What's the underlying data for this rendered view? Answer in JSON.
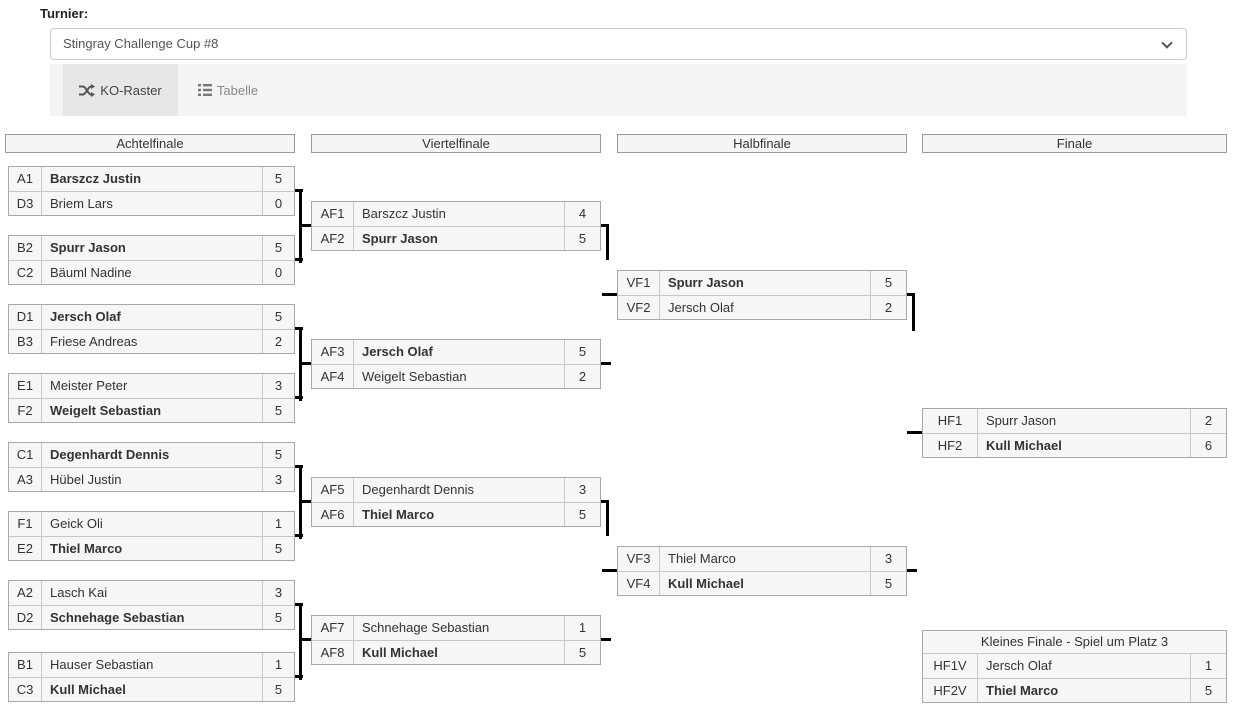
{
  "turnier_label": "Turnier:",
  "tournament_select": {
    "value": "Stingray Challenge Cup #8"
  },
  "tabs": {
    "ko_raster": "KO-Raster",
    "tabelle": "Tabelle"
  },
  "rounds": {
    "r16": "Achtelfinale",
    "qf": "Viertelfinale",
    "sf": "Halbfinale",
    "f": "Finale"
  },
  "colors": {
    "connector": "#000000",
    "row_bg": "#f6f6f6",
    "active_tab_bg": "#e7e7e7"
  },
  "bracket": {
    "r16": [
      {
        "rows": [
          {
            "seed": "A1",
            "name": "Barszcz Justin",
            "score": "5",
            "winner": true
          },
          {
            "seed": "D3",
            "name": "Briem Lars",
            "score": "0",
            "winner": false
          }
        ]
      },
      {
        "rows": [
          {
            "seed": "B2",
            "name": "Spurr Jason",
            "score": "5",
            "winner": true
          },
          {
            "seed": "C2",
            "name": "Bäuml Nadine",
            "score": "0",
            "winner": false
          }
        ]
      },
      {
        "rows": [
          {
            "seed": "D1",
            "name": "Jersch Olaf",
            "score": "5",
            "winner": true
          },
          {
            "seed": "B3",
            "name": "Friese Andreas",
            "score": "2",
            "winner": false
          }
        ]
      },
      {
        "rows": [
          {
            "seed": "E1",
            "name": "Meister Peter",
            "score": "3",
            "winner": false
          },
          {
            "seed": "F2",
            "name": "Weigelt Sebastian",
            "score": "5",
            "winner": true
          }
        ]
      },
      {
        "rows": [
          {
            "seed": "C1",
            "name": "Degenhardt Dennis",
            "score": "5",
            "winner": true
          },
          {
            "seed": "A3",
            "name": "Hübel Justin",
            "score": "3",
            "winner": false
          }
        ]
      },
      {
        "rows": [
          {
            "seed": "F1",
            "name": "Geick Oli",
            "score": "1",
            "winner": false
          },
          {
            "seed": "E2",
            "name": "Thiel Marco",
            "score": "5",
            "winner": true
          }
        ]
      },
      {
        "rows": [
          {
            "seed": "A2",
            "name": "Lasch Kai",
            "score": "3",
            "winner": false
          },
          {
            "seed": "D2",
            "name": "Schnehage Sebastian",
            "score": "5",
            "winner": true
          }
        ]
      },
      {
        "rows": [
          {
            "seed": "B1",
            "name": "Hauser Sebastian",
            "score": "1",
            "winner": false
          },
          {
            "seed": "C3",
            "name": "Kull Michael",
            "score": "5",
            "winner": true
          }
        ]
      }
    ],
    "qf": [
      {
        "rows": [
          {
            "seed": "AF1",
            "name": "Barszcz Justin",
            "score": "4",
            "winner": false
          },
          {
            "seed": "AF2",
            "name": "Spurr Jason",
            "score": "5",
            "winner": true
          }
        ]
      },
      {
        "rows": [
          {
            "seed": "AF3",
            "name": "Jersch Olaf",
            "score": "5",
            "winner": true
          },
          {
            "seed": "AF4",
            "name": "Weigelt Sebastian",
            "score": "2",
            "winner": false
          }
        ]
      },
      {
        "rows": [
          {
            "seed": "AF5",
            "name": "Degenhardt Dennis",
            "score": "3",
            "winner": false
          },
          {
            "seed": "AF6",
            "name": "Thiel Marco",
            "score": "5",
            "winner": true
          }
        ]
      },
      {
        "rows": [
          {
            "seed": "AF7",
            "name": "Schnehage Sebastian",
            "score": "1",
            "winner": false
          },
          {
            "seed": "AF8",
            "name": "Kull Michael",
            "score": "5",
            "winner": true
          }
        ]
      }
    ],
    "sf": [
      {
        "rows": [
          {
            "seed": "VF1",
            "name": "Spurr Jason",
            "score": "5",
            "winner": true
          },
          {
            "seed": "VF2",
            "name": "Jersch Olaf",
            "score": "2",
            "winner": false
          }
        ]
      },
      {
        "rows": [
          {
            "seed": "VF3",
            "name": "Thiel Marco",
            "score": "3",
            "winner": false
          },
          {
            "seed": "VF4",
            "name": "Kull Michael",
            "score": "5",
            "winner": true
          }
        ]
      }
    ],
    "final": [
      {
        "rows": [
          {
            "seed": "HF1",
            "name": "Spurr Jason",
            "score": "2",
            "winner": false
          },
          {
            "seed": "HF2",
            "name": "Kull Michael",
            "score": "6",
            "winner": true
          }
        ]
      }
    ],
    "third_place": {
      "title": "Kleines Finale - Spiel um Platz 3",
      "rows": [
        {
          "seed": "HF1V",
          "name": "Jersch Olaf",
          "score": "1",
          "winner": false
        },
        {
          "seed": "HF2V",
          "name": "Thiel Marco",
          "score": "5",
          "winner": true
        }
      ]
    }
  }
}
